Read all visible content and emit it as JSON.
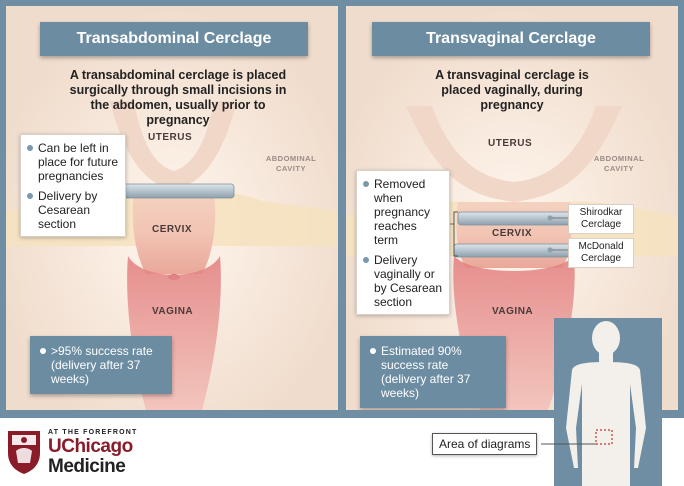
{
  "colors": {
    "frame": "#6f8ea3",
    "title_bg": "#6c8ca2",
    "tissue": "#f6e8dd",
    "brand_maroon": "#8a1c2a",
    "bullet": "#7a98ad"
  },
  "left_panel": {
    "title": "Transabdominal Cerclage",
    "subtitle": "A transabdominal cerclage is placed surgically through small incisions in the abdomen, usually prior to pregnancy",
    "labels": {
      "uterus": "UTERUS",
      "cervix": "CERVIX",
      "vagina": "VAGINA",
      "cavity": "ABDOMINAL CAVITY"
    },
    "callout_items": [
      "Can be left in place for future pregnancies",
      "Delivery by Cesarean section"
    ],
    "success": ">95% success rate (delivery after 37 weeks)"
  },
  "right_panel": {
    "title": "Transvaginal Cerclage",
    "subtitle": "A transvaginal cerclage is placed vaginally, during pregnancy",
    "labels": {
      "uterus": "UTERUS",
      "cervix": "CERVIX",
      "vagina": "VAGINA",
      "cavity": "ABDOMINAL CAVITY"
    },
    "callout_items": [
      "Removed when pregnancy reaches term",
      "Delivery vaginally or by Cesarean section"
    ],
    "cerclage_tags": [
      "Shirodkar Cerclage",
      "McDonald Cerclage"
    ],
    "success": "Estimated 90% success rate (delivery after 37 weeks)"
  },
  "logo": {
    "tagline": "AT THE FOREFRONT",
    "brand_line1": "UChicago",
    "brand_line2": "Medicine"
  },
  "inset": {
    "area_label": "Area of diagrams"
  }
}
